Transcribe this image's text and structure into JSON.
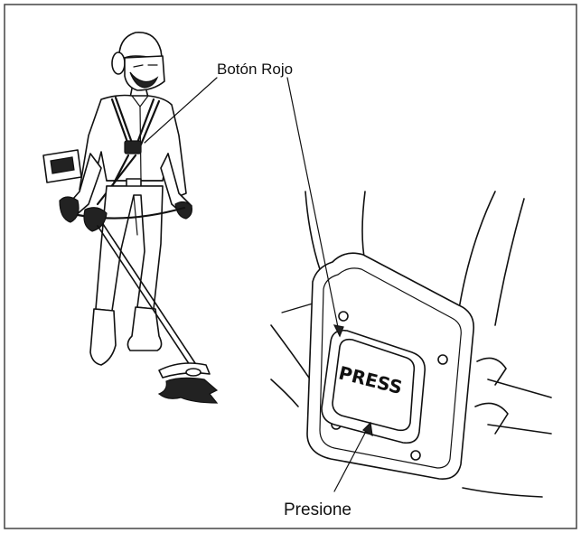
{
  "labels": {
    "red_button": "Botón Rojo",
    "press_button_text": "PRESS",
    "press_instruction": "Presione"
  },
  "colors": {
    "line": "#111111",
    "background": "#ffffff",
    "border": "#444444"
  },
  "icons": {
    "operator": "person-with-trimmer-illustration",
    "harness_buckle": "harness-release-buckle-illustration"
  }
}
